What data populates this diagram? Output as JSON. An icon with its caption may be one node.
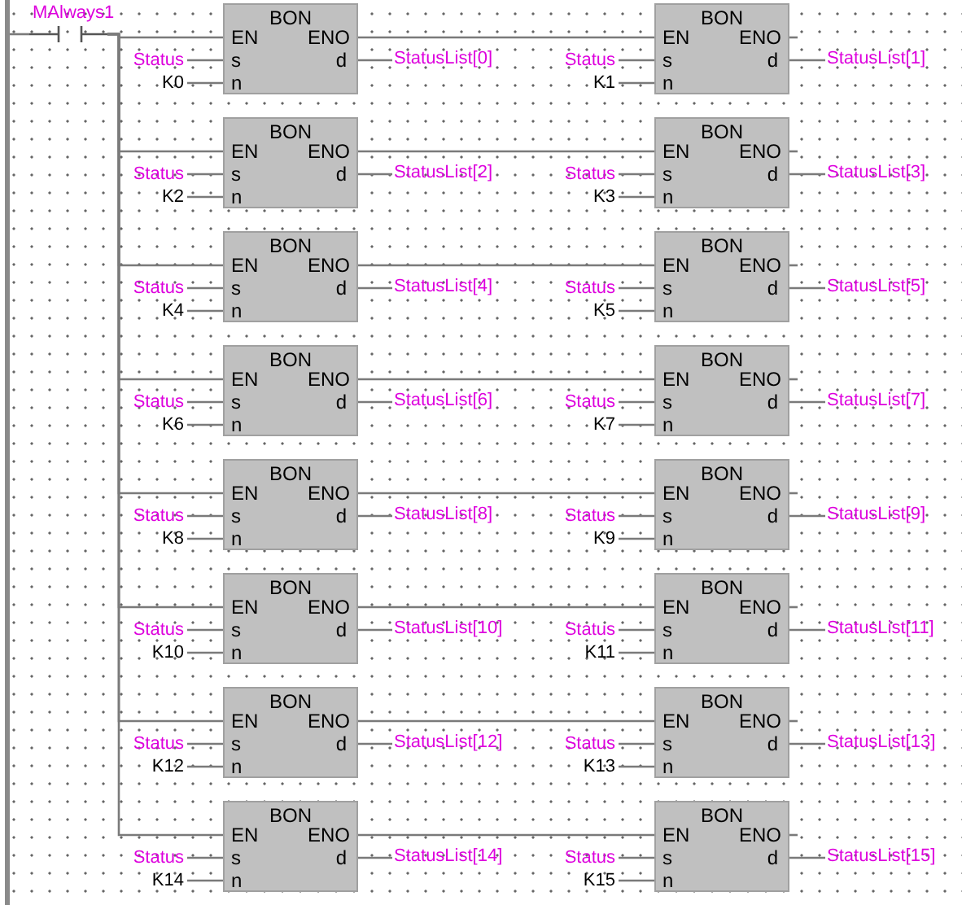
{
  "diagram": {
    "nodes": [
      {
        "text": [],
        "shape": "bar"
      },
      {
        "text": [
          "MAlways1"
        ]
      },
      {
        "text": [
          "BON",
          "EN",
          "ENO",
          "s",
          "d",
          "n"
        ]
      },
      {
        "text": [
          "Status"
        ]
      },
      {
        "text": [
          "K0"
        ]
      },
      {
        "text": [
          "StatusList[0]"
        ]
      },
      {
        "text": [
          "BON",
          "EN",
          "ENO",
          "s",
          "d",
          "n"
        ]
      },
      {
        "text": [
          "Status"
        ]
      },
      {
        "text": [
          "K1"
        ]
      },
      {
        "text": [
          "StatusList[1]"
        ]
      },
      {
        "text": [
          "BON",
          "EN",
          "ENO",
          "s",
          "d",
          "n"
        ]
      },
      {
        "text": [
          "Status"
        ]
      },
      {
        "text": [
          "K2"
        ]
      },
      {
        "text": [
          "StatusList[2]"
        ]
      },
      {
        "text": [
          "BON",
          "EN",
          "ENO",
          "s",
          "d",
          "n"
        ]
      },
      {
        "text": [
          "Status"
        ]
      },
      {
        "text": [
          "K3"
        ]
      },
      {
        "text": [
          "StatusList[3]"
        ]
      },
      {
        "text": [
          "BON",
          "EN",
          "ENO",
          "s",
          "d",
          "n"
        ]
      },
      {
        "text": [
          "Status"
        ]
      },
      {
        "text": [
          "K4"
        ]
      },
      {
        "text": [
          "StatusList[4]"
        ]
      },
      {
        "text": [
          "BON",
          "EN",
          "ENO",
          "s",
          "d",
          "n"
        ]
      },
      {
        "text": [
          "Status"
        ]
      },
      {
        "text": [
          "K5"
        ]
      },
      {
        "text": [
          "StatusList[5]"
        ]
      },
      {
        "text": [
          "BON",
          "EN",
          "ENO",
          "s",
          "d",
          "n"
        ]
      },
      {
        "text": [
          "Status"
        ]
      },
      {
        "text": [
          "K6"
        ]
      },
      {
        "text": [
          "StatusList[6]"
        ]
      },
      {
        "text": [
          "BON",
          "EN",
          "ENO",
          "s",
          "d",
          "n"
        ]
      },
      {
        "text": [
          "Status"
        ]
      },
      {
        "text": [
          "K7"
        ]
      },
      {
        "text": [
          "StatusList[7]"
        ]
      },
      {
        "text": [
          "BON",
          "EN",
          "ENO",
          "s",
          "d",
          "n"
        ]
      },
      {
        "text": [
          "Status"
        ]
      },
      {
        "text": [
          "K8"
        ]
      },
      {
        "text": [
          "StatusList[8]"
        ]
      },
      {
        "text": [
          "BON",
          "EN",
          "ENO",
          "s",
          "d",
          "n"
        ]
      },
      {
        "text": [
          "Status"
        ]
      },
      {
        "text": [
          "K9"
        ]
      },
      {
        "text": [
          "StatusList[9]"
        ]
      },
      {
        "text": [
          "BON",
          "EN",
          "ENO",
          "s",
          "d",
          "n"
        ]
      },
      {
        "text": [
          "Status"
        ]
      },
      {
        "text": [
          "K10"
        ]
      },
      {
        "text": [
          "StatusList[10]"
        ]
      },
      {
        "text": [
          "BON",
          "EN",
          "ENO",
          "s",
          "d",
          "n"
        ]
      },
      {
        "text": [
          "Status"
        ]
      },
      {
        "text": [
          "K11"
        ]
      },
      {
        "text": [
          "StatusList[11]"
        ]
      },
      {
        "text": [
          "BON",
          "EN",
          "ENO",
          "s",
          "d",
          "n"
        ]
      },
      {
        "text": [
          "Status"
        ]
      },
      {
        "text": [
          "K12"
        ]
      },
      {
        "text": [
          "StatusList[12]"
        ]
      },
      {
        "text": [
          "BON",
          "EN",
          "ENO",
          "s",
          "d",
          "n"
        ]
      },
      {
        "text": [
          "Status"
        ]
      },
      {
        "text": [
          "K13"
        ]
      },
      {
        "text": [
          "StatusList[13]"
        ]
      },
      {
        "text": [
          "BON",
          "EN",
          "ENO",
          "s",
          "d",
          "n"
        ]
      },
      {
        "text": [
          "Status"
        ]
      },
      {
        "text": [
          "K14"
        ]
      },
      {
        "text": [
          "StatusList[14]"
        ]
      },
      {
        "text": [
          "BON",
          "EN",
          "ENO",
          "s",
          "d",
          "n"
        ]
      },
      {
        "text": [
          "Status"
        ]
      },
      {
        "text": [
          "K15"
        ]
      },
      {
        "text": [
          "StatusList[15]"
        ]
      }
    ],
    "edges": [
      {
        "from": 0,
        "to": 1,
        "arrow": "none"
      },
      {
        "from": 1,
        "to": 2,
        "arrow": "none"
      },
      {
        "from": 3,
        "to": 2,
        "arrow": "none"
      },
      {
        "from": 4,
        "to": 2,
        "arrow": "none"
      },
      {
        "from": 2,
        "to": 5,
        "arrow": "none"
      },
      {
        "from": 2,
        "to": 6,
        "arrow": "none"
      },
      {
        "from": 7,
        "to": 6,
        "arrow": "none"
      },
      {
        "from": 8,
        "to": 6,
        "arrow": "none"
      },
      {
        "from": 6,
        "to": 9,
        "arrow": "none"
      },
      {
        "from": 6,
        "to": null,
        "arrow": "none"
      },
      {
        "from": 1,
        "to": 10,
        "arrow": "none"
      },
      {
        "from": 11,
        "to": 10,
        "arrow": "none"
      },
      {
        "from": 12,
        "to": 10,
        "arrow": "none"
      },
      {
        "from": 10,
        "to": 13,
        "arrow": "none"
      },
      {
        "from": 10,
        "to": 14,
        "arrow": "none"
      },
      {
        "from": 15,
        "to": 14,
        "arrow": "none"
      },
      {
        "from": 16,
        "to": 14,
        "arrow": "none"
      },
      {
        "from": 14,
        "to": 17,
        "arrow": "none"
      },
      {
        "from": 14,
        "to": null,
        "arrow": "none"
      },
      {
        "from": 1,
        "to": 18,
        "arrow": "none"
      },
      {
        "from": 19,
        "to": 18,
        "arrow": "none"
      },
      {
        "from": 20,
        "to": 18,
        "arrow": "none"
      },
      {
        "from": 18,
        "to": 21,
        "arrow": "none"
      },
      {
        "from": 18,
        "to": 22,
        "arrow": "none"
      },
      {
        "from": 23,
        "to": 22,
        "arrow": "none"
      },
      {
        "from": 24,
        "to": 22,
        "arrow": "none"
      },
      {
        "from": 22,
        "to": 25,
        "arrow": "none"
      },
      {
        "from": 22,
        "to": null,
        "arrow": "none"
      },
      {
        "from": 1,
        "to": 26,
        "arrow": "none"
      },
      {
        "from": 27,
        "to": 26,
        "arrow": "none"
      },
      {
        "from": 28,
        "to": 26,
        "arrow": "none"
      },
      {
        "from": 26,
        "to": 29,
        "arrow": "none"
      },
      {
        "from": 26,
        "to": 30,
        "arrow": "none"
      },
      {
        "from": 31,
        "to": 30,
        "arrow": "none"
      },
      {
        "from": 32,
        "to": 30,
        "arrow": "none"
      },
      {
        "from": 30,
        "to": 33,
        "arrow": "none"
      },
      {
        "from": 30,
        "to": null,
        "arrow": "none"
      },
      {
        "from": 1,
        "to": 34,
        "arrow": "none"
      },
      {
        "from": 35,
        "to": 34,
        "arrow": "none"
      },
      {
        "from": 36,
        "to": 34,
        "arrow": "none"
      },
      {
        "from": 34,
        "to": 37,
        "arrow": "none"
      },
      {
        "from": 34,
        "to": 38,
        "arrow": "none"
      },
      {
        "from": 39,
        "to": 38,
        "arrow": "none"
      },
      {
        "from": 40,
        "to": 38,
        "arrow": "none"
      },
      {
        "from": 38,
        "to": 41,
        "arrow": "none"
      },
      {
        "from": 38,
        "to": null,
        "arrow": "none"
      },
      {
        "from": 1,
        "to": 42,
        "arrow": "none"
      },
      {
        "from": 43,
        "to": 42,
        "arrow": "none"
      },
      {
        "from": 44,
        "to": 42,
        "arrow": "none"
      },
      {
        "from": 42,
        "to": 45,
        "arrow": "none"
      },
      {
        "from": 42,
        "to": 46,
        "arrow": "none"
      },
      {
        "from": 47,
        "to": 46,
        "arrow": "none"
      },
      {
        "from": 48,
        "to": 46,
        "arrow": "none"
      },
      {
        "from": 46,
        "to": 49,
        "arrow": "none"
      },
      {
        "from": 46,
        "to": null,
        "arrow": "none"
      },
      {
        "from": 1,
        "to": 50,
        "arrow": "none"
      },
      {
        "from": 51,
        "to": 50,
        "arrow": "none"
      },
      {
        "from": 52,
        "to": 50,
        "arrow": "none"
      },
      {
        "from": 50,
        "to": 53,
        "arrow": "none"
      },
      {
        "from": 50,
        "to": 54,
        "arrow": "none"
      },
      {
        "from": 55,
        "to": 54,
        "arrow": "none"
      },
      {
        "from": 56,
        "to": 54,
        "arrow": "none"
      },
      {
        "from": 54,
        "to": 57,
        "arrow": "none"
      },
      {
        "from": 54,
        "to": null,
        "arrow": "none"
      },
      {
        "from": 1,
        "to": 58,
        "arrow": "none"
      },
      {
        "from": 59,
        "to": 58,
        "arrow": "none"
      },
      {
        "from": 60,
        "to": 58,
        "arrow": "none"
      },
      {
        "from": 58,
        "to": 61,
        "arrow": "none"
      },
      {
        "from": 58,
        "to": 62,
        "arrow": "none"
      },
      {
        "from": 63,
        "to": 62,
        "arrow": "none"
      },
      {
        "from": 64,
        "to": 62,
        "arrow": "none"
      },
      {
        "from": 62,
        "to": 65,
        "arrow": "none"
      },
      {
        "from": 62,
        "to": null,
        "arrow": "none"
      }
    ]
  }
}
